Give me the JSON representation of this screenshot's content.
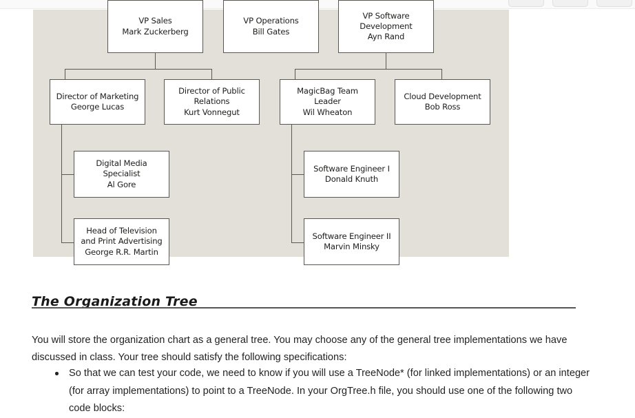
{
  "toolbar": {
    "buttons": [
      "",
      "",
      ""
    ]
  },
  "figure": {
    "name": "organization-chart",
    "background_color": "#e3e0da",
    "box_border_color": "#595651",
    "box_fill_color": "#ffffff",
    "nodes": [
      {
        "id": "vp-sales",
        "lines": [
          "VP Sales",
          "Mark Zuckerberg"
        ]
      },
      {
        "id": "vp-operations",
        "lines": [
          "VP Operations",
          "Bill Gates"
        ]
      },
      {
        "id": "vp-software-dev",
        "lines": [
          "VP Software",
          "Development",
          "Ayn Rand"
        ]
      },
      {
        "id": "director-marketing",
        "lines": [
          "Director of Marketing",
          "George Lucas"
        ]
      },
      {
        "id": "director-public-relations",
        "lines": [
          "Director of Public",
          "Relations",
          "Kurt Vonnegut"
        ]
      },
      {
        "id": "magicbag-team-leader",
        "lines": [
          "MagicBag Team",
          "Leader",
          "Wil Wheaton"
        ]
      },
      {
        "id": "cloud-development",
        "lines": [
          "Cloud Development",
          "Bob Ross"
        ]
      },
      {
        "id": "digital-media-specialist",
        "lines": [
          "Digital Media",
          "Specialist",
          "Al Gore"
        ]
      },
      {
        "id": "head-of-television",
        "lines": [
          "Head of Television",
          "and Print Advertising",
          "George R.R. Martin"
        ]
      },
      {
        "id": "software-engineer-1",
        "lines": [
          "Software Engineer I",
          "Donald Knuth"
        ]
      },
      {
        "id": "software-engineer-2",
        "lines": [
          "Software Engineer II",
          "Marvin Minsky"
        ]
      }
    ]
  },
  "document": {
    "heading": "The Organization Tree",
    "intro_paragraph": "You will store the organization chart as a general tree. You may choose any of the general tree implementations we have discussed in class. Your tree should satisfy the following specifications:",
    "bullets": [
      "So that we can test your code, we need to know if you will use a TreeNode* (for linked implementations) or an integer (for array implementations) to point to a TreeNode. In your OrgTree.h file, you should use one of the following two code blocks:"
    ]
  }
}
